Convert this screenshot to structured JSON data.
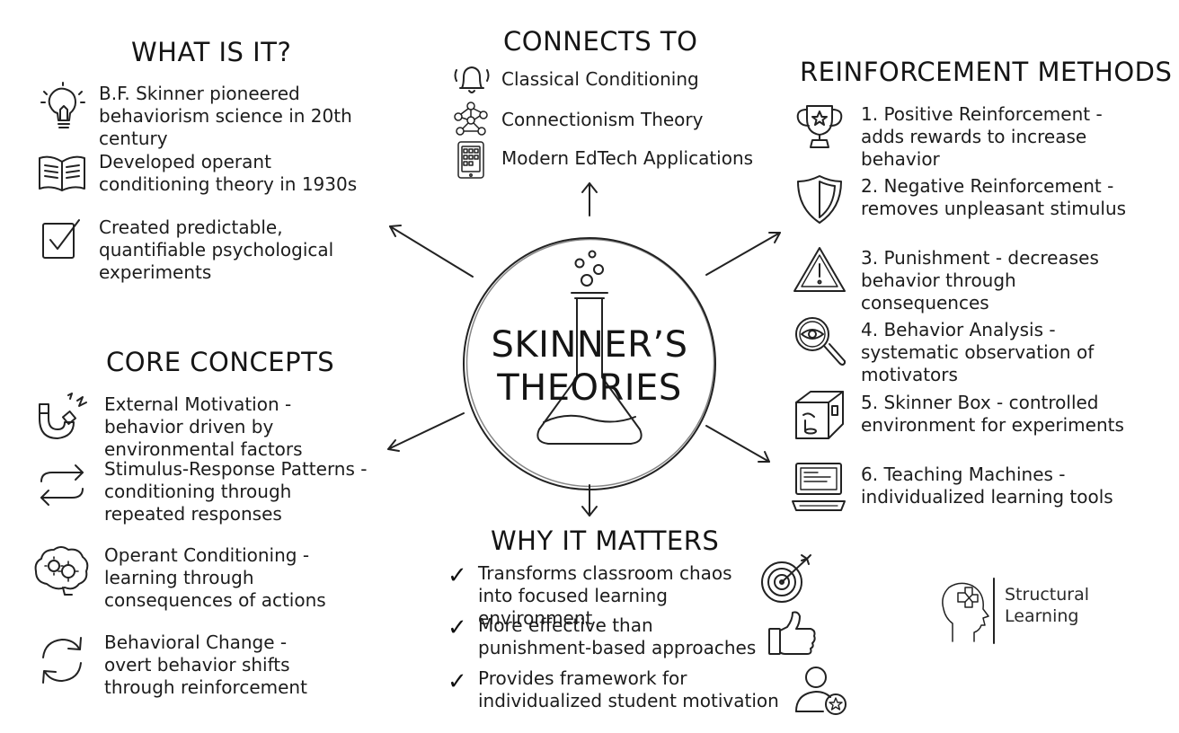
{
  "center": {
    "line1": "SKINNER’S",
    "line2": "THEORIES"
  },
  "sections": {
    "what_is_it": {
      "title": "WHAT IS IT?",
      "items": [
        {
          "icon": "lightbulb-icon",
          "text": "B.F. Skinner pioneered behaviorism science in 20th century"
        },
        {
          "icon": "open-book-icon",
          "text": "Developed operant conditioning theory in 1930s"
        },
        {
          "icon": "checkbox-icon",
          "text": "Created predictable, quantifiable psychological experiments"
        }
      ]
    },
    "connects_to": {
      "title": "CONNECTS TO",
      "items": [
        {
          "icon": "bell-icon",
          "text": "Classical Conditioning"
        },
        {
          "icon": "network-icon",
          "text": "Connectionism Theory"
        },
        {
          "icon": "tablet-icon",
          "text": "Modern EdTech Applications"
        }
      ]
    },
    "reinforcement_methods": {
      "title": "REINFORCEMENT METHODS",
      "items": [
        {
          "icon": "trophy-icon",
          "text": "1. Positive Reinforcement - adds rewards to increase behavior"
        },
        {
          "icon": "shield-icon",
          "text": "2. Negative Reinforcement - removes unpleasant stimulus"
        },
        {
          "icon": "warning-icon",
          "text": "3. Punishment - decreases behavior through consequences"
        },
        {
          "icon": "magnifier-eye-icon",
          "text": "4. Behavior Analysis - systematic observation of motivators"
        },
        {
          "icon": "skinner-box-icon",
          "text": "5. Skinner Box - controlled environment for experiments"
        },
        {
          "icon": "computer-icon",
          "text": "6. Teaching Machines - individualized learning tools"
        }
      ]
    },
    "core_concepts": {
      "title": "CORE CONCEPTS",
      "items": [
        {
          "icon": "magnet-icon",
          "text": "External Motivation - behavior driven by environmental factors"
        },
        {
          "icon": "exchange-arrows-icon",
          "text": "Stimulus-Response Patterns - conditioning through repeated responses"
        },
        {
          "icon": "brain-gears-icon",
          "text": "Operant Conditioning - learning through consequences of actions"
        },
        {
          "icon": "cycle-arrows-icon",
          "text": "Behavioral Change - overt behavior shifts through reinforcement"
        }
      ]
    },
    "why_it_matters": {
      "title": "WHY IT MATTERS",
      "items": [
        {
          "icon": "target-icon",
          "text": "Transforms classroom chaos into focused learning environment"
        },
        {
          "icon": "thumbs-up-icon",
          "text": "More effective than punishment-based approaches"
        },
        {
          "icon": "user-star-icon",
          "text": "Provides framework for individualized student motivation"
        }
      ],
      "check_mark": "✓"
    }
  },
  "brand": {
    "line1": "Structural",
    "line2": "Learning"
  }
}
